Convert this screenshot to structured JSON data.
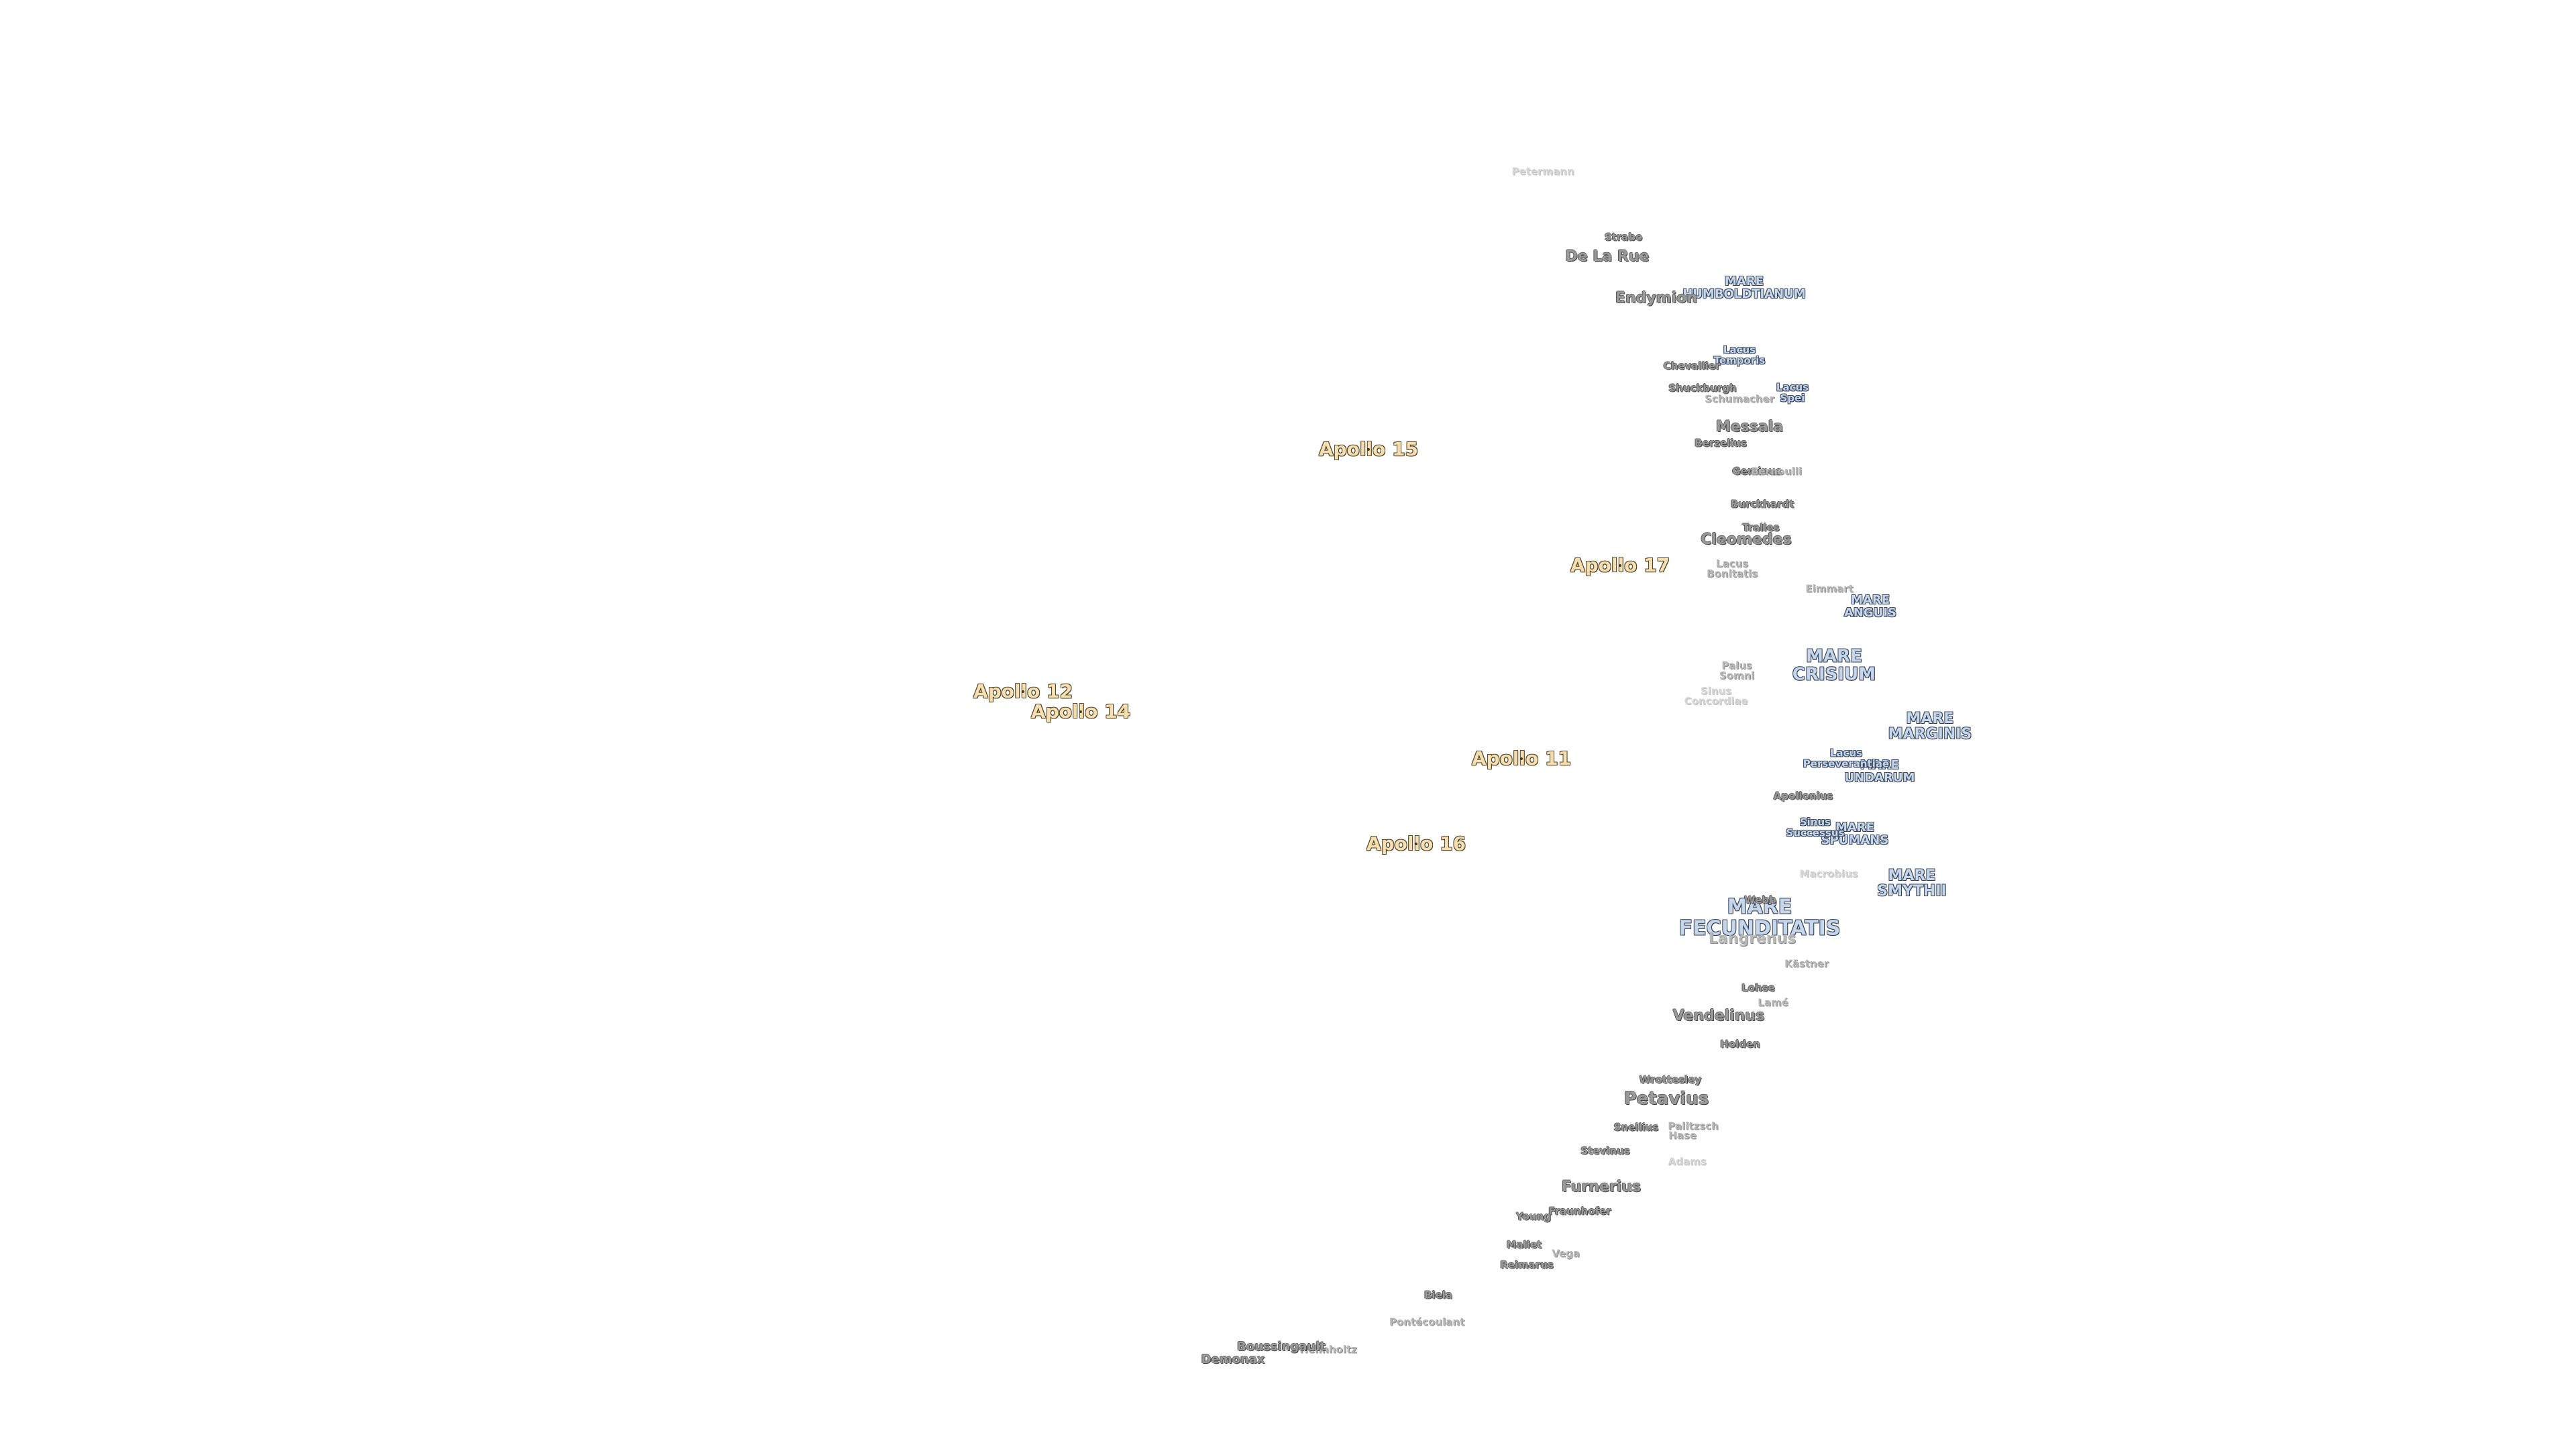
{
  "map": {
    "apollo": {
      "a11": "Apollo 11",
      "a12": "Apollo 12",
      "a14": "Apollo 14",
      "a15": "Apollo 15",
      "a16": "Apollo 16",
      "a17": "Apollo 17"
    },
    "maria": {
      "humboldtianum_1": "MARE",
      "humboldtianum_2": "HUMBOLDTIANUM",
      "anguis_1": "MARE",
      "anguis_2": "ANGUIS",
      "crisium_1": "MARE",
      "crisium_2": "CRISIUM",
      "marginis_1": "MARE",
      "marginis_2": "MARGINIS",
      "undarum_1": "MARE",
      "undarum_2": "UNDARUM",
      "spumans_1": "MARE",
      "spumans_2": "SPUMANS",
      "smythii_1": "MARE",
      "smythii_2": "SMYTHII",
      "fecunditatis_1": "MARE",
      "fecunditatis_2": "FECUNDITATIS",
      "lacus_temporis_1": "Lacus",
      "lacus_temporis_2": "Temporis",
      "lacus_spei_1": "Lacus",
      "lacus_spei_2": "Spei",
      "lacus_bonitatis_1": "Lacus",
      "lacus_bonitatis_2": "Bonitatis",
      "palus_somni_1": "Palus",
      "palus_somni_2": "Somni",
      "sinus_concordiae_1": "Sinus",
      "sinus_concordiae_2": "Concordiae",
      "lacus_perseverantiae_1": "Lacus",
      "lacus_perseverantiae_2": "Perseverantiae",
      "sinus_successus_1": "Sinus",
      "sinus_successus_2": "Successus"
    },
    "craters": {
      "petermann": "Petermann",
      "strabo": "Strabo",
      "delarue": "De La Rue",
      "endymion": "Endymion",
      "chevallier": "Chevallier",
      "shuckburgh": "Shuckburgh",
      "schumacher": "Schumacher",
      "messala": "Messala",
      "berzelius": "Berzelius",
      "geminus": "Geminus",
      "bernoulli": "Bernoulli",
      "burckhardt": "Burckhardt",
      "tralles": "Tralles",
      "cleomedes": "Cleomedes",
      "eimmart": "Eimmart",
      "apollonius": "Apollonius",
      "macrobius": "Macrobius",
      "webb": "Webb",
      "langrenus": "Langrenus",
      "kastner": "Kästner",
      "lohse": "Lohse",
      "lame": "Lamé",
      "vendelinus": "Vendelinus",
      "holden": "Holden",
      "wrottesley": "Wrottesley",
      "petavius": "Petavius",
      "snellius": "Snellius",
      "palitzsch": "Palitzsch",
      "hase": "Hase",
      "stevinus": "Stevinus",
      "adams": "Adams",
      "furnerius": "Furnerius",
      "young": "Young",
      "fraunhofer": "Fraunhofer",
      "mallet": "Mallet",
      "vega": "Vega",
      "reimarus": "Reimarus",
      "biela": "Biela",
      "pontecoulant": "Pontécoulant",
      "boussingault": "Boussingault",
      "helmholtz": "Helmholtz",
      "demonax": "Demonax"
    }
  }
}
